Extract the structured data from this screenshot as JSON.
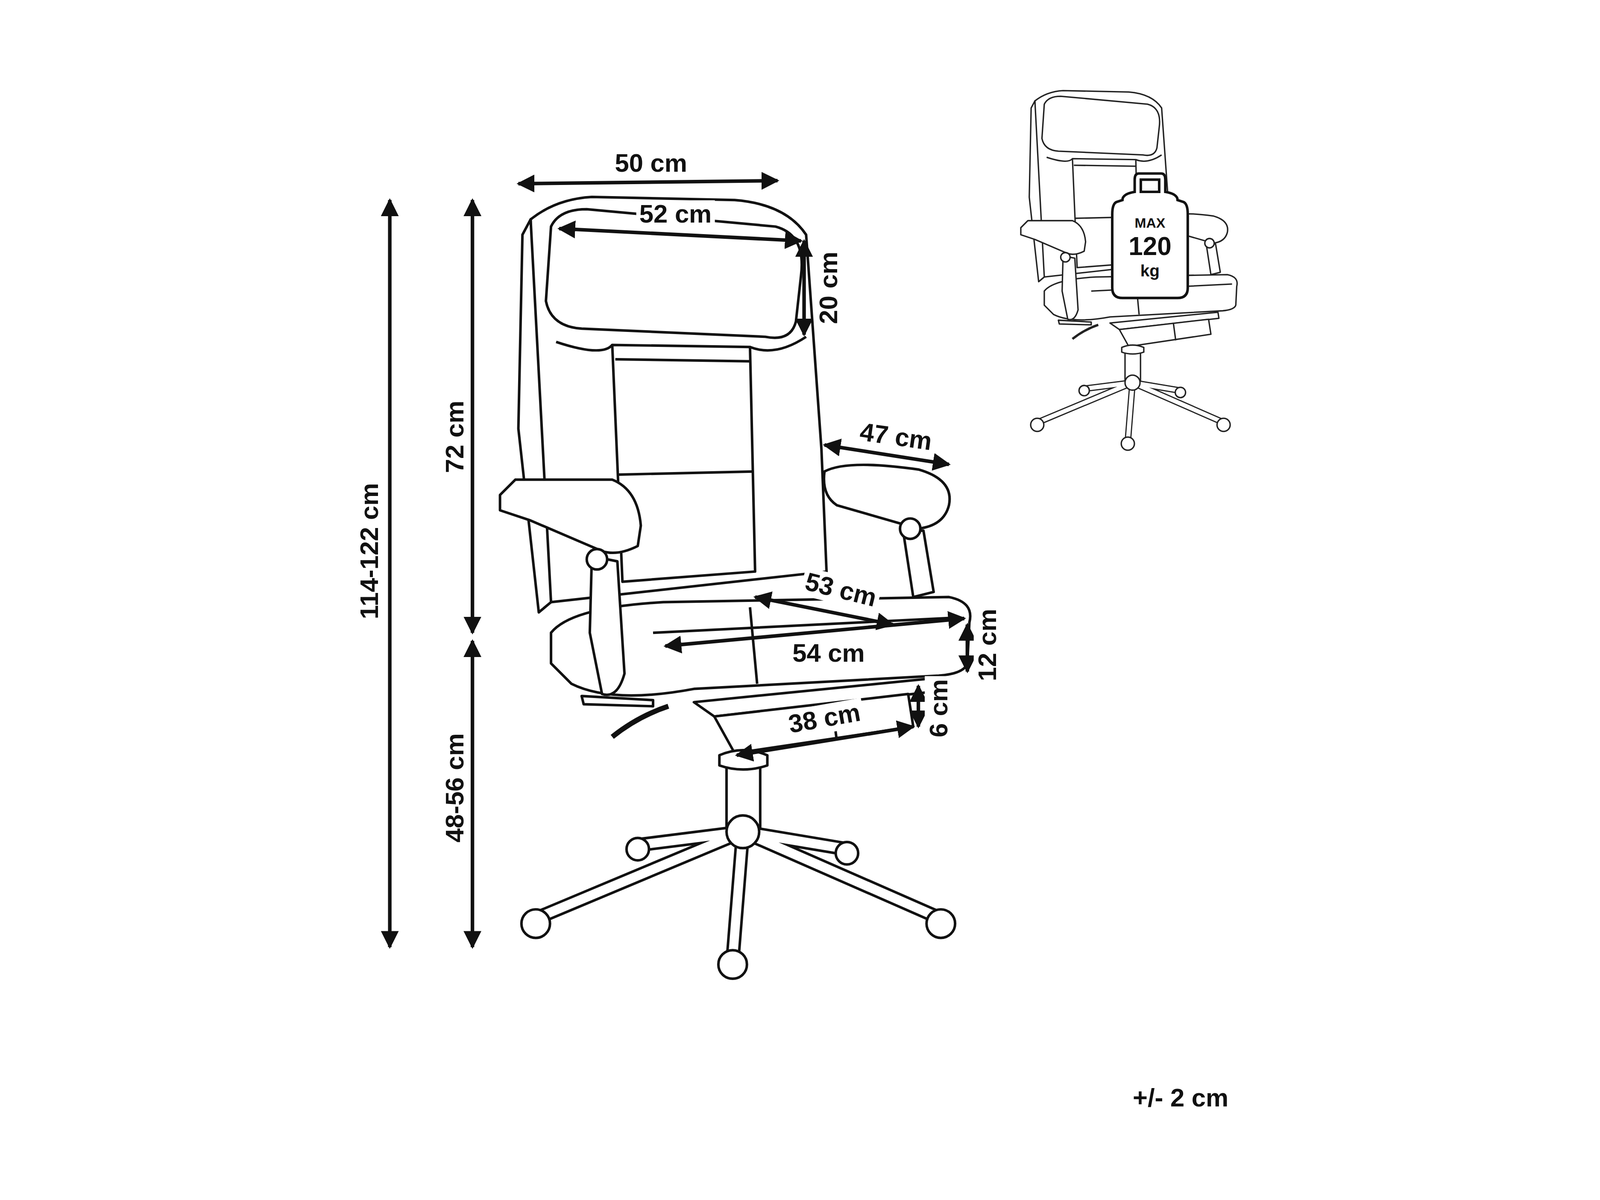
{
  "diagram": {
    "nodes": [
      {
        "text": [
          "MAX",
          "120",
          "kg"
        ]
      }
    ],
    "labels": [
      "50 cm",
      "52 cm",
      "20 cm",
      "72 cm",
      "114-122 cm",
      "47 cm",
      "53 cm",
      "54 cm",
      "12 cm",
      "38 cm",
      "6 cm",
      "48-56 cm",
      "+/- 2 cm"
    ]
  }
}
